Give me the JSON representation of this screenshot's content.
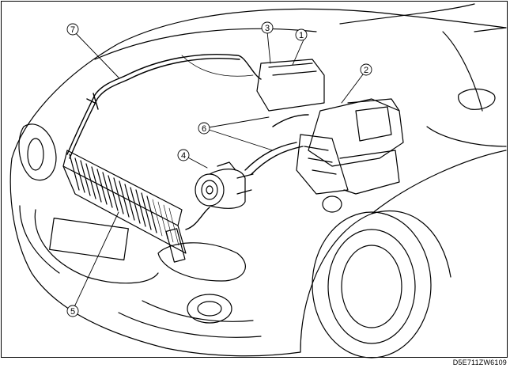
{
  "figure_code": "D5E711ZW6109",
  "callouts": [
    {
      "id": "1",
      "label": "1"
    },
    {
      "id": "2",
      "label": "2"
    },
    {
      "id": "3",
      "label": "3"
    },
    {
      "id": "4",
      "label": "4"
    },
    {
      "id": "5",
      "label": "5"
    },
    {
      "id": "6",
      "label": "6"
    },
    {
      "id": "7",
      "label": "7"
    }
  ]
}
